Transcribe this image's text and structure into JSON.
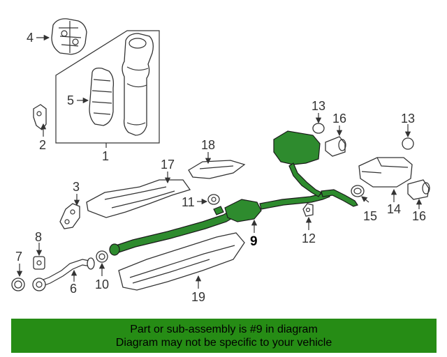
{
  "callouts": {
    "c1": "1",
    "c2": "2",
    "c3": "3",
    "c4": "4",
    "c5": "5",
    "c6": "6",
    "c7": "7",
    "c8": "8",
    "c9": "9",
    "c10": "10",
    "c11": "11",
    "c12": "12",
    "c13a": "13",
    "c13b": "13",
    "c14": "14",
    "c15": "15",
    "c16a": "16",
    "c16b": "16",
    "c17": "17",
    "c18": "18",
    "c19": "19"
  },
  "highlight": {
    "part": "9",
    "color": "#2e8b2e"
  },
  "banner": {
    "line1": "Part or sub-assembly is #9 in diagram",
    "line2": "Diagram may not be specific to your vehicle",
    "color": "#268c15"
  }
}
